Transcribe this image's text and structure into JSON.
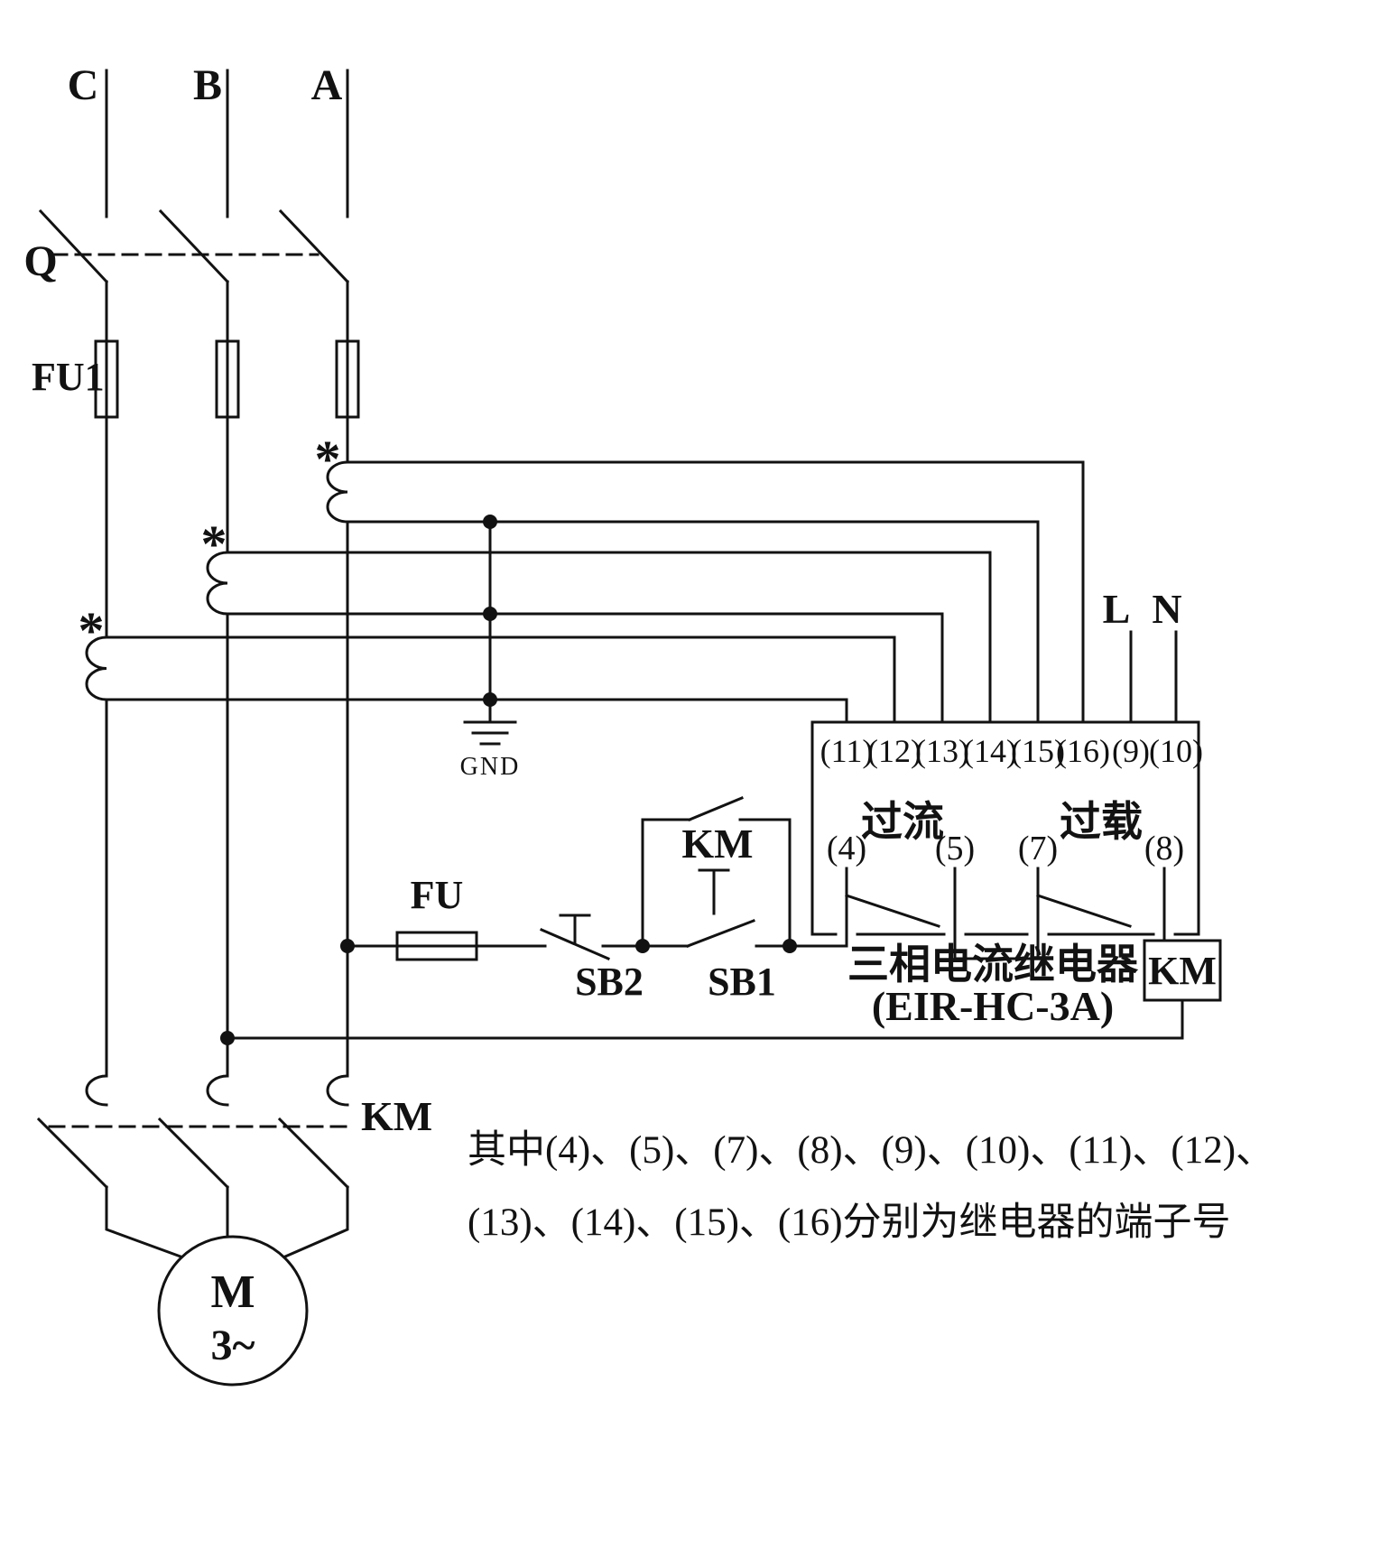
{
  "diagram": {
    "phases": [
      "C",
      "B",
      "A"
    ],
    "switch_label": "Q",
    "main_fuse_label": "FU1",
    "ct_marker": "*",
    "ground_label": "GND",
    "supply": {
      "l": "L",
      "n": "N"
    },
    "relay": {
      "terminals": [
        "(11)",
        "(12)",
        "(13)",
        "(14)",
        "(15)",
        "(16)",
        "(9)",
        "(10)"
      ],
      "contact_terminals": [
        "(4)",
        "(5)",
        "(7)",
        "(8)"
      ],
      "overcurrent_label": "过流",
      "overload_label": "过载",
      "name": "三相电流继电器",
      "model": "(EIR-HC-3A)"
    },
    "control": {
      "fuse_label": "FU",
      "stop_button_label": "SB2",
      "start_button_label": "SB1",
      "aux_contact_label": "KM",
      "coil_label": "KM",
      "contactor_label": "KM"
    },
    "motor": {
      "symbol": "M",
      "phase": "3~"
    },
    "note": {
      "line1": "其中(4)、(5)、(7)、(8)、(9)、(10)、(11)、(12)、",
      "line2": "(13)、(14)、(15)、(16)分别为继电器的端子号"
    }
  }
}
